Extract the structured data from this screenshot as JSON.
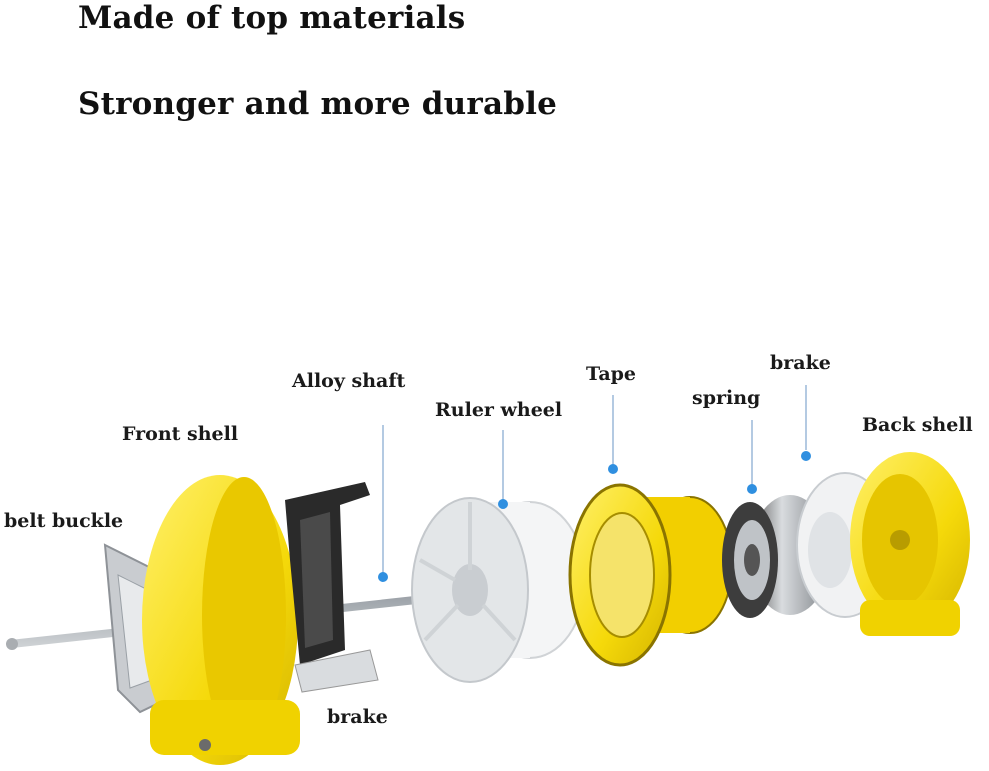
{
  "headlines": {
    "line1": "Made of top materials",
    "line2": "Stronger and more durable"
  },
  "labels": {
    "front_shell": "Front shell",
    "belt_buckle": "belt buckle",
    "alloy_shaft": "Alloy shaft",
    "ruler_wheel": "Ruler wheel",
    "tape": "Tape",
    "spring": "spring",
    "brake_top": "brake",
    "back_shell": "Back shell",
    "brake_bottom": "brake"
  },
  "colors": {
    "shell_yellow": "#f5d90a",
    "tape_yellow": "#f2cf00",
    "wheel_white": "#eceeef",
    "brake_black": "#2a2a2a",
    "shaft_metal": "#b8bcc0",
    "callout_dot": "#2f8fe0"
  }
}
